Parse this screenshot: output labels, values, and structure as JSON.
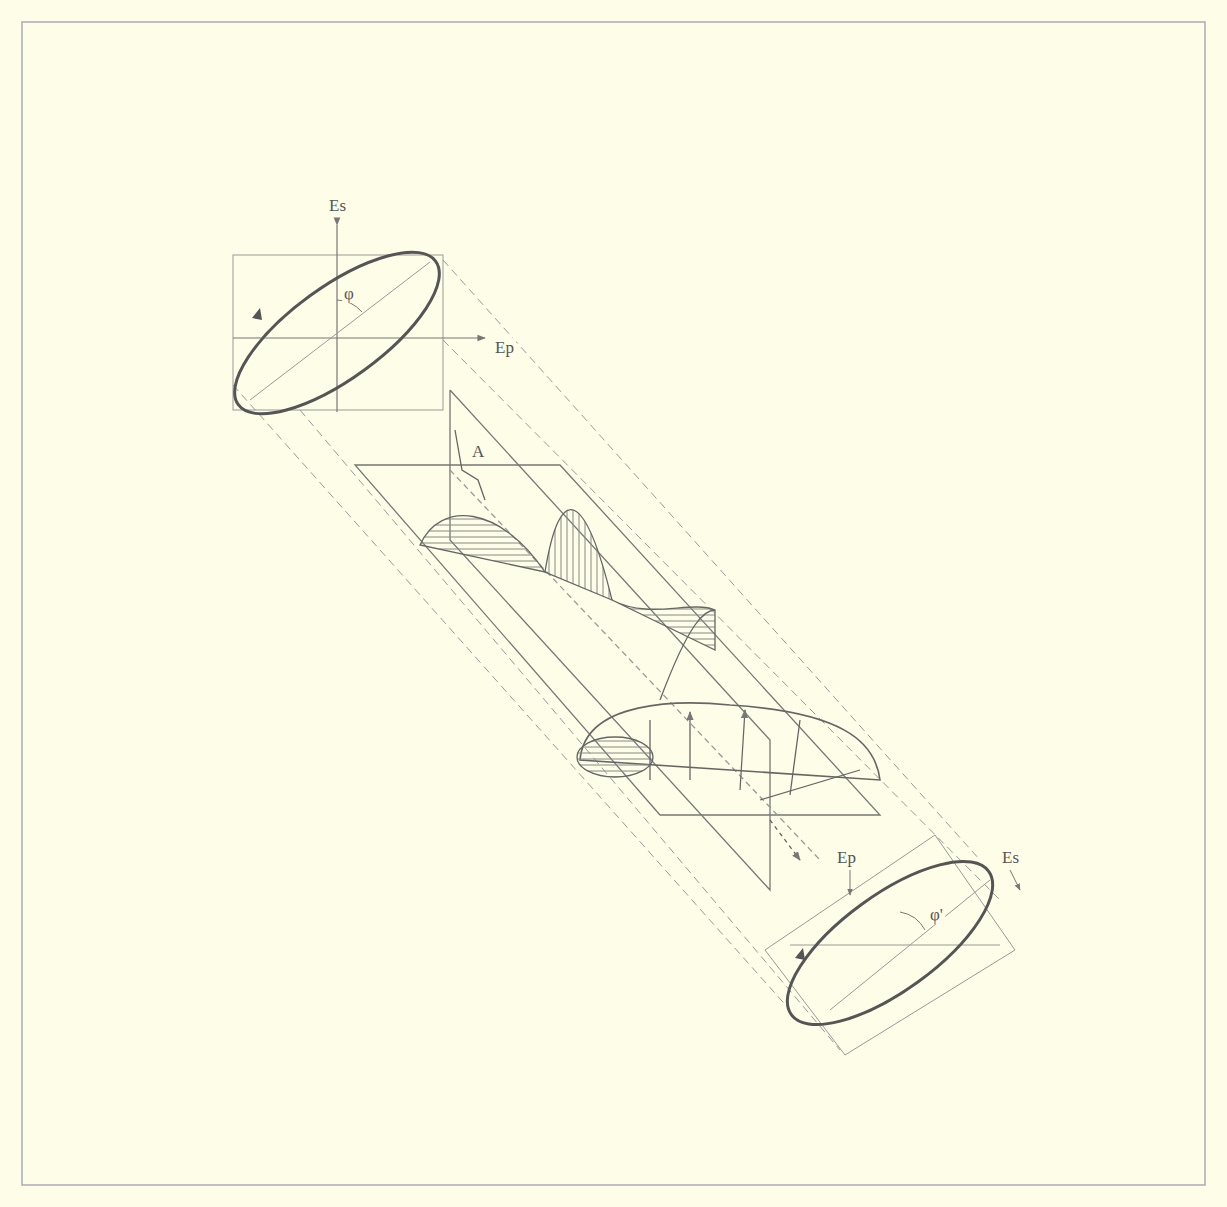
{
  "diagram": {
    "labels": [
      "Es",
      "Ep",
      "φ",
      "A",
      "Ep",
      "Es",
      "φ'"
    ]
  }
}
